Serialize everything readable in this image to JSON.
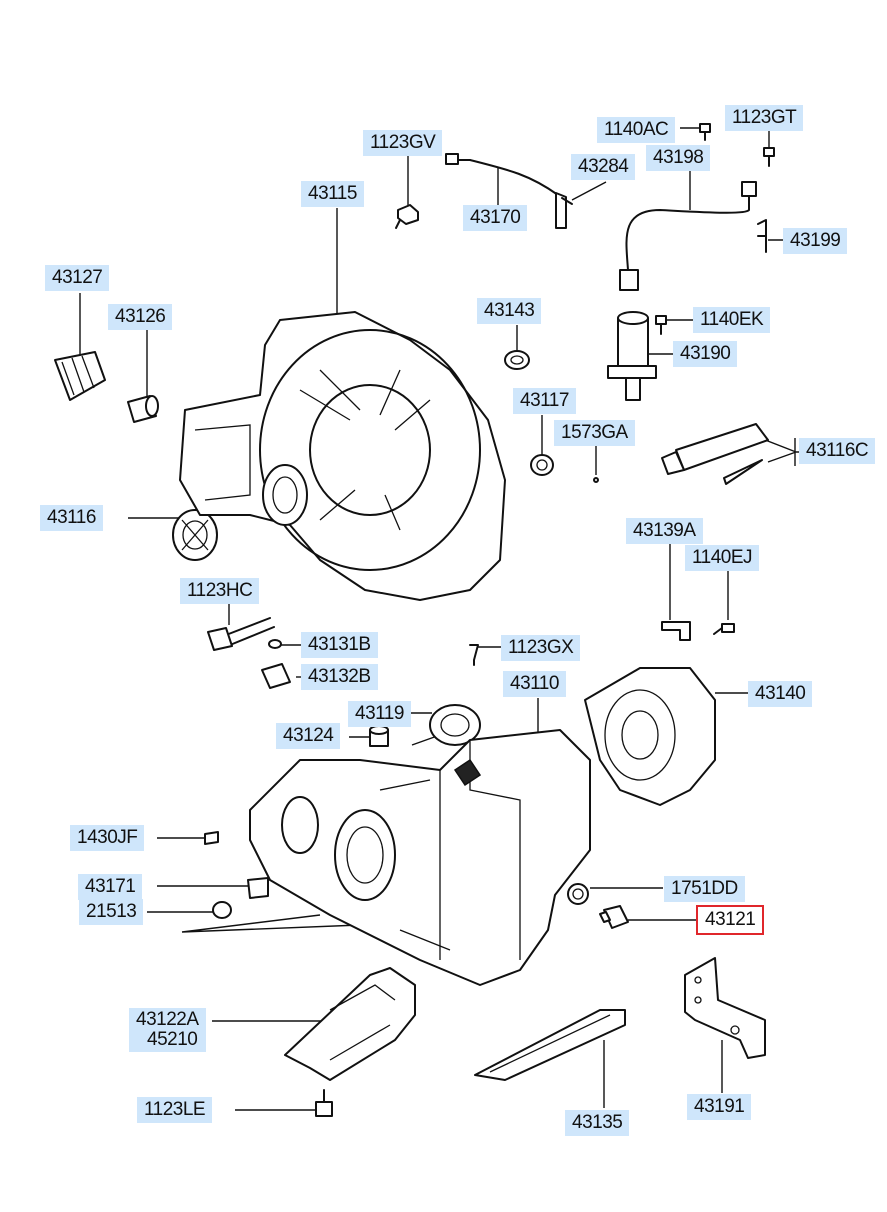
{
  "diagram": {
    "selected_part": "43121",
    "selection_color": "#e0262b",
    "label_bg_color": "#cfe6fb",
    "labels": {
      "p1123gv": "1123GV",
      "p43170": "43170",
      "p43284": "43284",
      "p1140ac": "1140AC",
      "p1123gt": "1123GT",
      "p43198": "43198",
      "p43199": "43199",
      "p43115": "43115",
      "p43127": "43127",
      "p43126": "43126",
      "p43143": "43143",
      "p1140ek": "1140EK",
      "p43190": "43190",
      "p43117": "43117",
      "p1573ga": "1573GA",
      "p43116c": "43116C",
      "p43116": "43116",
      "p43139a": "43139A",
      "p1140ej": "1140EJ",
      "p1123hc": "1123HC",
      "p43131b": "43131B",
      "p1123gx": "1123GX",
      "p43132b": "43132B",
      "p43110": "43110",
      "p43140": "43140",
      "p43119": "43119",
      "p43124": "43124",
      "p1430jf": "1430JF",
      "p43171": "43171",
      "p1751dd": "1751DD",
      "p21513": "21513",
      "p43121": "43121",
      "p43122a": "43122A",
      "p45210": "45210",
      "p1123le": "1123LE",
      "p43135": "43135",
      "p43191": "43191"
    }
  }
}
